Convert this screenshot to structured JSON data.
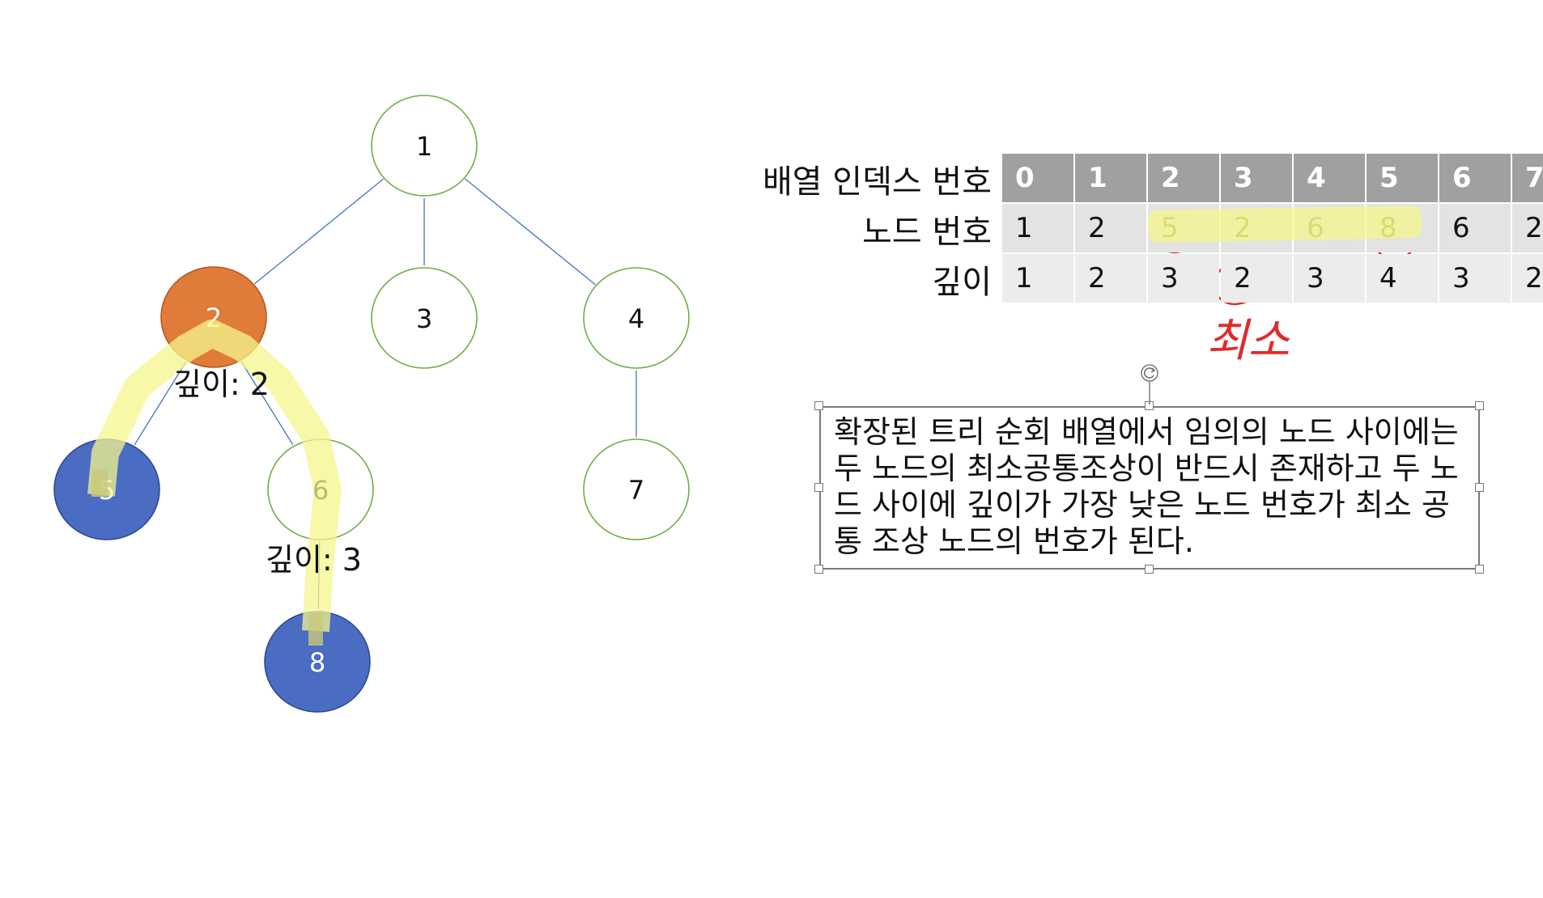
{
  "tree": {
    "nodes": [
      {
        "id": "n1",
        "label": "1",
        "style": "plain"
      },
      {
        "id": "n2",
        "label": "2",
        "style": "orange"
      },
      {
        "id": "n3",
        "label": "3",
        "style": "plain"
      },
      {
        "id": "n4",
        "label": "4",
        "style": "plain"
      },
      {
        "id": "n5",
        "label": "5",
        "style": "blue"
      },
      {
        "id": "n6",
        "label": "6",
        "style": "plain"
      },
      {
        "id": "n7",
        "label": "7",
        "style": "plain"
      },
      {
        "id": "n8",
        "label": "8",
        "style": "blue"
      }
    ],
    "edges": [
      [
        "n1",
        "n2"
      ],
      [
        "n1",
        "n3"
      ],
      [
        "n1",
        "n4"
      ],
      [
        "n2",
        "n5"
      ],
      [
        "n2",
        "n6"
      ],
      [
        "n4",
        "n7"
      ],
      [
        "n6",
        "n8"
      ]
    ],
    "depth_label_2": "깊이: 2",
    "depth_label_6": "깊이: 3"
  },
  "colors": {
    "node_border": "#70ad47",
    "edge": "#4472c4",
    "orange_fill": "#e07b39",
    "blue_fill": "#4a6cc2",
    "highlighter": "#f5f58c",
    "annotation": "#e02b2b"
  },
  "table": {
    "row_labels": [
      "배열 인덱스 번호",
      "노드 번호",
      "깊이"
    ],
    "index": [
      "0",
      "1",
      "2",
      "3",
      "4",
      "5",
      "6",
      "7"
    ],
    "node": [
      "1",
      "2",
      "5",
      "2",
      "6",
      "8",
      "6",
      "2"
    ],
    "depth": [
      "1",
      "2",
      "3",
      "2",
      "3",
      "4",
      "3",
      "2"
    ]
  },
  "annotation": {
    "text": "최소"
  },
  "textbox": {
    "text": "확장된 트리 순회 배열에서 임의의 노드 사이에는 두 노드의 최소공통조상이 반드시 존재하고 두 노드 사이에 깊이가 가장 낮은 노드 번호가 최소 공통 조상 노드의 번호가 된다."
  }
}
